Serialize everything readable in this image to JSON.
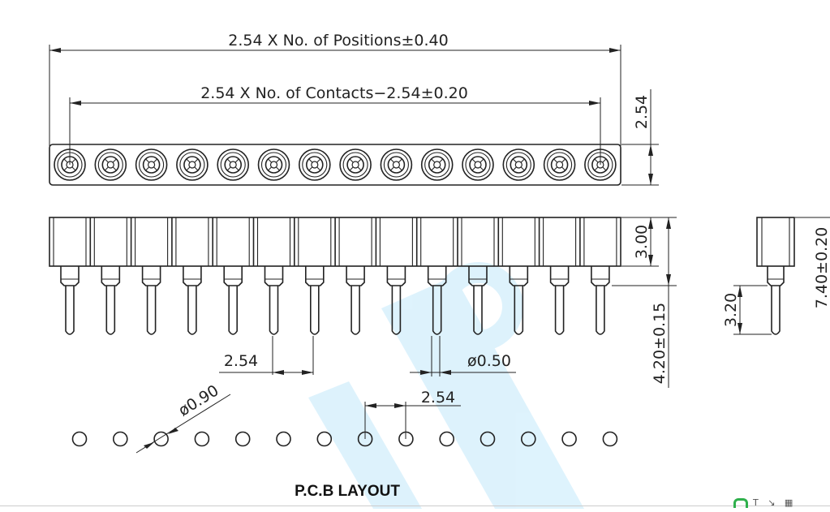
{
  "dimensions": {
    "overall_length": "2.54 X No. of Positions±0.40",
    "contact_span": "2.54 X No. of Contacts−2.54±0.20",
    "row_width": "2.54",
    "body_height": "3.00",
    "pin_length": "4.20±0.15",
    "pitch": "2.54",
    "pin_diameter": "ø0.50",
    "hole_diameter": "ø0.90",
    "layout_pitch": "2.54",
    "side_pin_length": "3.20",
    "total_height": "7.40±0.20"
  },
  "labels": {
    "pcb_layout": "P.C.B LAYOUT"
  },
  "drawing": {
    "positions": 14,
    "line_color": "#222222",
    "watermark_color": "#18a8f0"
  }
}
